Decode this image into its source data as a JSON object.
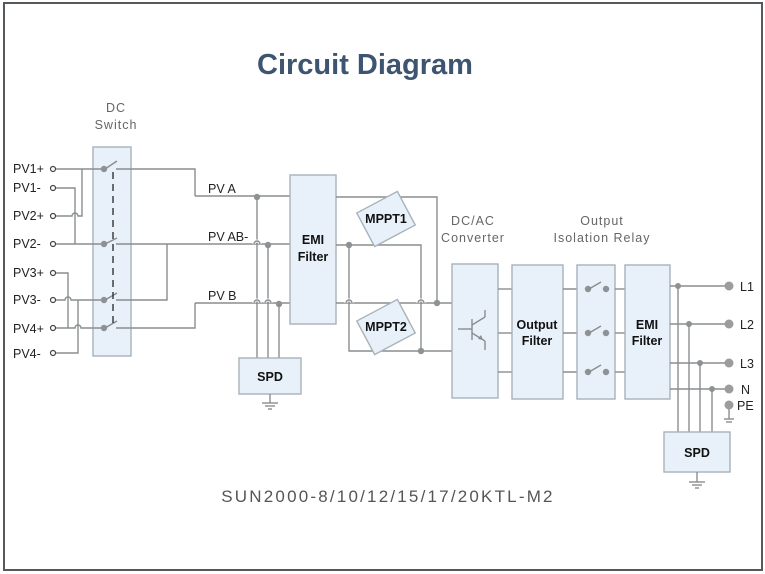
{
  "title": "Circuit Diagram",
  "model": "SUN2000-8/10/12/15/17/20KTL-M2",
  "inputs": [
    "PV1+",
    "PV1-",
    "PV2+",
    "PV2-",
    "PV3+",
    "PV3-",
    "PV4+",
    "PV4-"
  ],
  "dc_switch": {
    "line1": "DC",
    "line2": "Switch"
  },
  "buses": {
    "pv_a": "PV A",
    "pv_ab": "PV AB-",
    "pv_b": "PV B"
  },
  "blocks": {
    "emi_filter_in": {
      "line1": "EMI",
      "line2": "Filter"
    },
    "mppt1": "MPPT1",
    "mppt2": "MPPT2",
    "spd_dc": "SPD",
    "output_filter": {
      "line1": "Output",
      "line2": "Filter"
    },
    "emi_filter_out": {
      "line1": "EMI",
      "line2": "Filter"
    },
    "spd_ac": "SPD"
  },
  "captions": {
    "dcac": {
      "line1": "DC/AC",
      "line2": "Converter"
    },
    "relay": {
      "line1": "Output",
      "line2": "Isolation Relay"
    }
  },
  "outputs": [
    "L1",
    "L2",
    "L3",
    "N",
    "PE"
  ]
}
